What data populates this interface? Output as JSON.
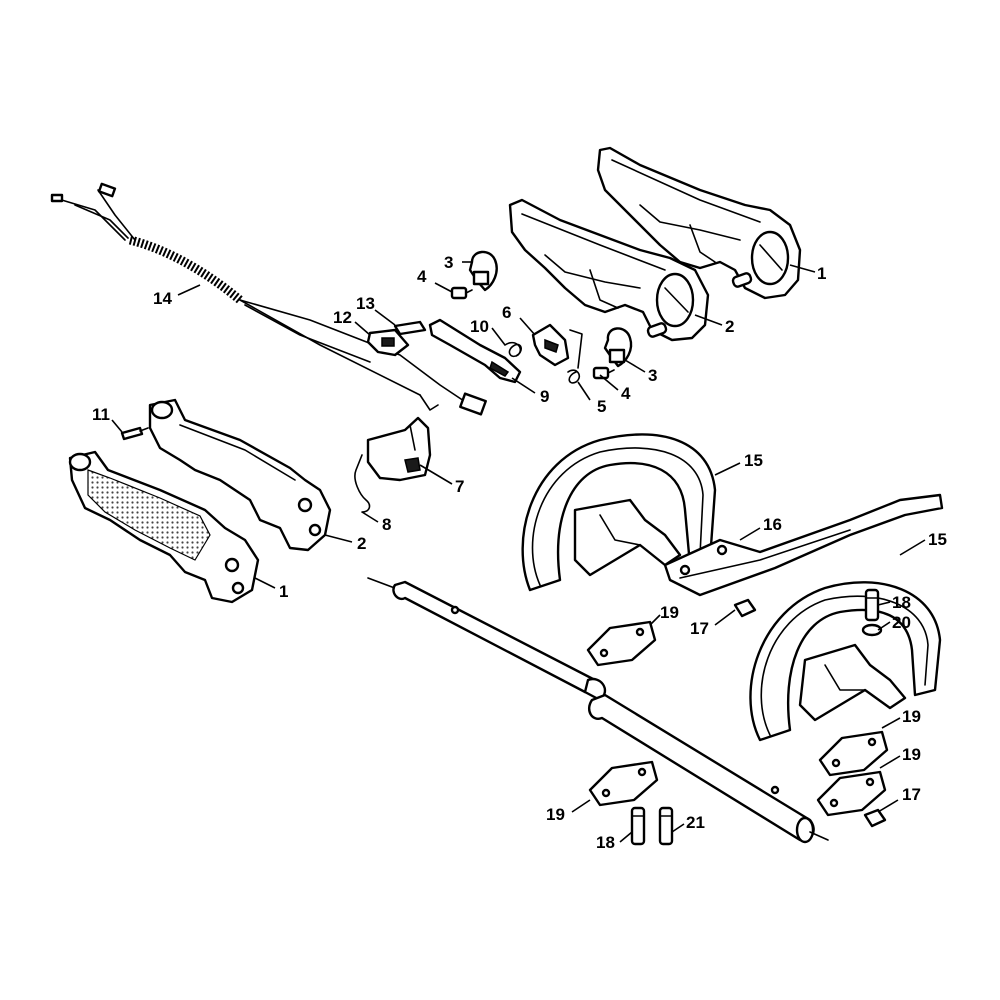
{
  "callouts": {
    "c1a": "1",
    "c1b": "1",
    "c2a": "2",
    "c2b": "2",
    "c3a": "3",
    "c3b": "3",
    "c4a": "4",
    "c4b": "4",
    "c5": "5",
    "c6": "6",
    "c7": "7",
    "c8": "8",
    "c9": "9",
    "c10": "10",
    "c11": "11",
    "c12": "12",
    "c13": "13",
    "c14": "14",
    "c15a": "15",
    "c15b": "15",
    "c16": "16",
    "c17a": "17",
    "c17b": "17",
    "c18a": "18",
    "c18b": "18",
    "c19a": "19",
    "c19b": "19",
    "c19c": "19",
    "c19d": "19",
    "c20": "20",
    "c21": "21"
  },
  "colors": {
    "line": "#000000",
    "fill": "#ffffff",
    "grip": "#d9d9d9"
  }
}
